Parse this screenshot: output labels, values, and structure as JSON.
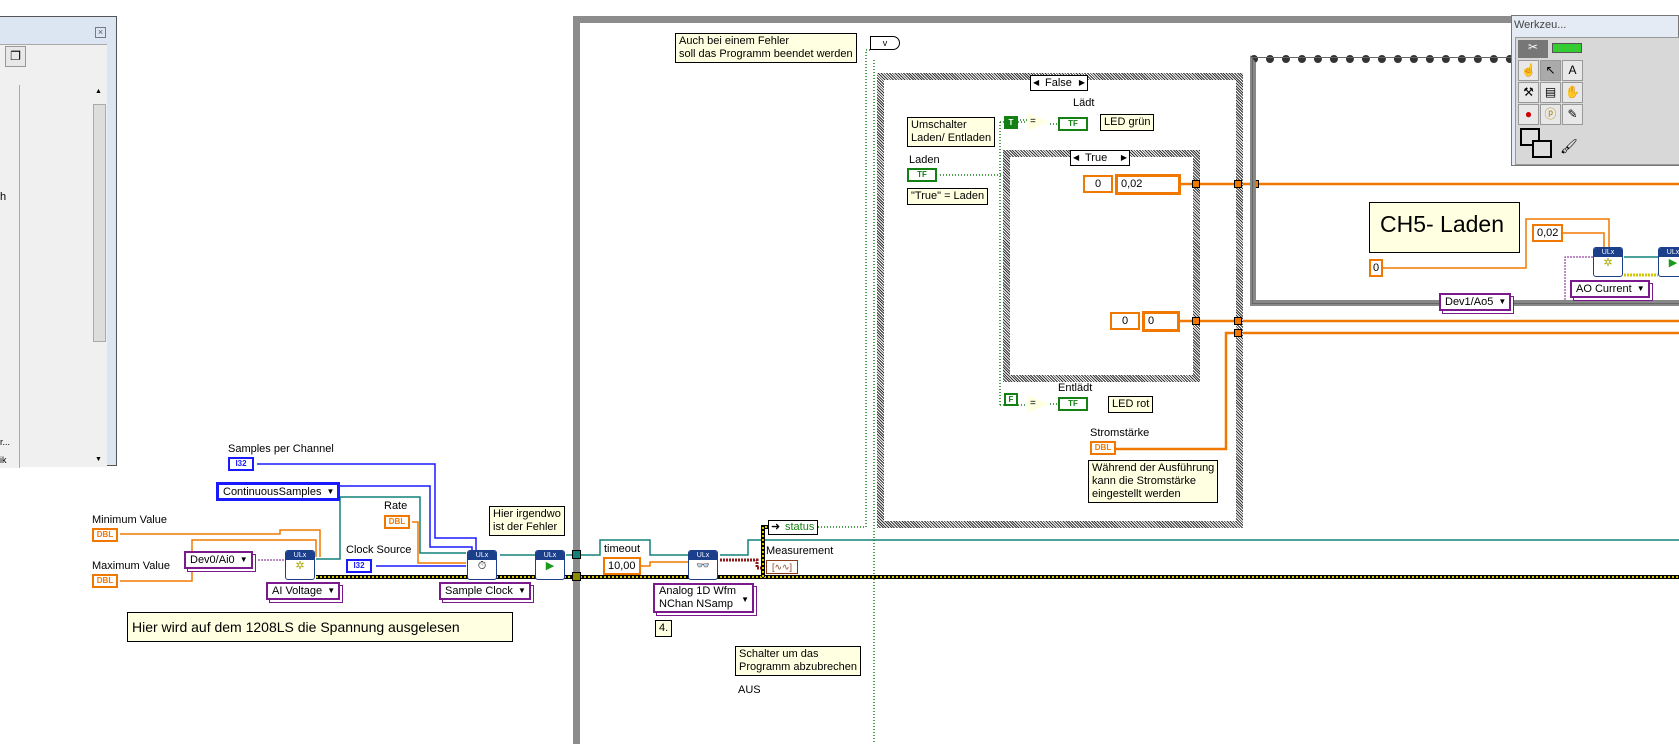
{
  "palette_window": {
    "fragments": [
      "h",
      "r...",
      "ik"
    ]
  },
  "tools_palette": {
    "title": "Werkzeu..."
  },
  "comments": {
    "error_stop": "Auch bei einem Fehler\nsoll das Programm beendet werden",
    "error_here": "Hier irgendwo\nist der Fehler",
    "voltage_read": "Hier wird auf dem 1208LS die Spannung ausgelesen",
    "switch_charge": "Umschalter\nLaden/ Entladen",
    "true_charge": "\"True\" = Laden",
    "led_green": "LED grün",
    "led_red": "LED rot",
    "current_setting": "Während der Ausführung\nkann die Stromstärke\neingestellt werden",
    "stop_switch": "Schalter um das\nProgramm abzubrechen",
    "ch5": "CH5- Laden",
    "step": "4."
  },
  "labels": {
    "samples_per_channel": "Samples per Channel",
    "minimum_value": "Minimum Value",
    "maximum_value": "Maximum Value",
    "rate": "Rate",
    "clock_source": "Clock Source",
    "timeout": "timeout",
    "measurement": "Measurement",
    "status": "status",
    "laden": "Laden",
    "laedt": "Lädt",
    "entlaedt": "Entlädt",
    "stromstaerke": "Stromstärke",
    "aus": "AUS"
  },
  "terminals": {
    "dbl": "DBL",
    "i32": "I32",
    "tf": "TF",
    "t": "T",
    "f": "F",
    "ulx": "ULx"
  },
  "rings": {
    "sample_mode": "ContinuousSamples",
    "channel_ai": "Dev0/Ai0",
    "ai_voltage": "AI Voltage",
    "sample_clock": "Sample Clock",
    "read_mode": "Analog 1D Wfm\nNChan NSamp",
    "channel_ao": "Dev1/Ao5",
    "ao_current": "AO Current"
  },
  "constants": {
    "timeout": "10,00",
    "current_true": "0,02",
    "index_true": "0",
    "current_false": "0",
    "index_false": "0",
    "ch5_current": "0,02",
    "ch5_min": "0"
  },
  "cases": {
    "outer": "False",
    "inner": "True"
  },
  "colors": {
    "dbl_wire": "#f07800",
    "i32_wire": "#1a1aff",
    "task_wire": "#13807a",
    "error_wire": "#d4c800",
    "bool_wire": "#138013",
    "loop": "#8c8c8c",
    "comment_bg": "#ffffe1"
  }
}
